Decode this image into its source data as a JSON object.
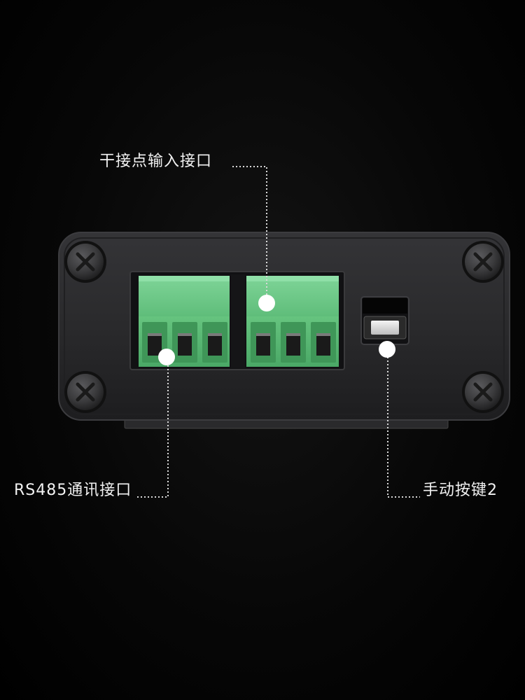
{
  "callouts": {
    "dry_contact": "干接点输入接口",
    "rs485": "RS485通讯接口",
    "manual_key": "手动按键2"
  },
  "colors": {
    "background": "#000000",
    "enclosure": "#2b2b2d",
    "terminal_green": "#6cc986",
    "label_text": "#f2f2f2",
    "leader_line": "#d8d8d8"
  }
}
